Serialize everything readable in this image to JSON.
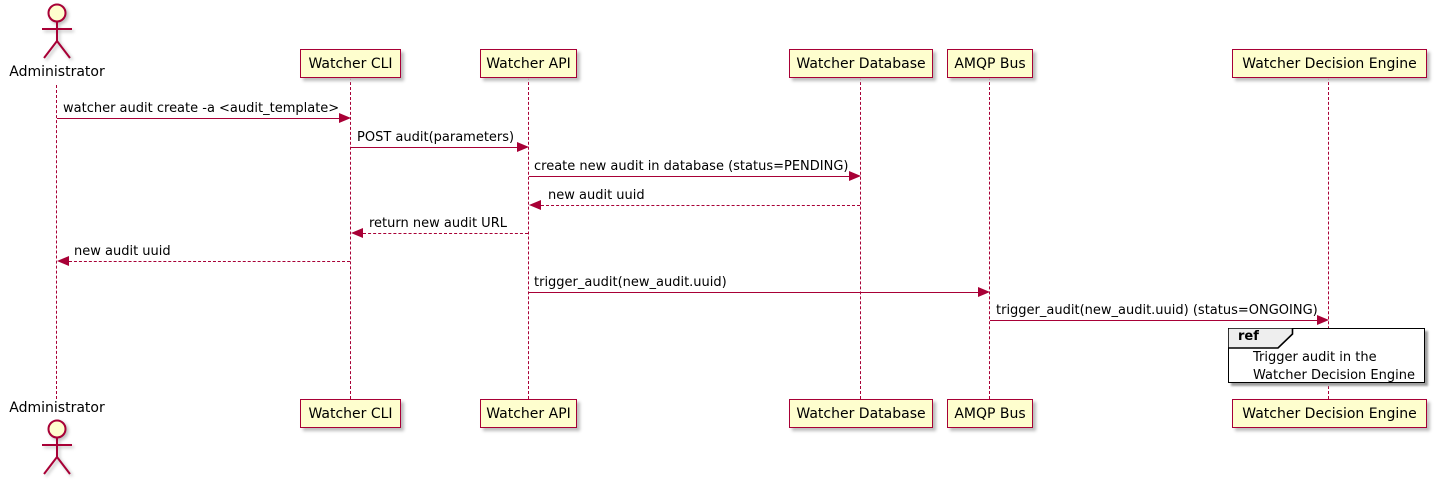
{
  "diagram": {
    "type": "sequence-diagram",
    "colors": {
      "participant_fill": "#FEFECE",
      "accent_border": "#A80036",
      "lifeline": "#A80036",
      "arrow": "#A80036",
      "ref_tab_fill": "#EEEEEE",
      "ref_border": "#000000",
      "text": "#000000",
      "background": "#FFFFFF"
    },
    "participants": [
      {
        "id": "administrator",
        "name": "Administrator",
        "kind": "actor"
      },
      {
        "id": "watcher-cli",
        "name": "Watcher CLI",
        "kind": "participant"
      },
      {
        "id": "watcher-api",
        "name": "Watcher API",
        "kind": "participant"
      },
      {
        "id": "watcher-database",
        "name": "Watcher Database",
        "kind": "participant"
      },
      {
        "id": "amqp-bus",
        "name": "AMQP Bus",
        "kind": "participant"
      },
      {
        "id": "watcher-decision-engine",
        "name": "Watcher Decision Engine",
        "kind": "participant"
      }
    ],
    "messages": [
      {
        "label": "watcher audit create -a <audit_template>",
        "from": "Administrator",
        "to": "Watcher CLI",
        "style": "solid",
        "direction": "right"
      },
      {
        "label": "POST audit(parameters)",
        "from": "Watcher CLI",
        "to": "Watcher API",
        "style": "solid",
        "direction": "right"
      },
      {
        "label": "create new audit in database (status=PENDING)",
        "from": "Watcher API",
        "to": "Watcher Database",
        "style": "solid",
        "direction": "right"
      },
      {
        "label": "new audit uuid",
        "from": "Watcher Database",
        "to": "Watcher API",
        "style": "dashed",
        "direction": "left"
      },
      {
        "label": "return new audit URL",
        "from": "Watcher API",
        "to": "Watcher CLI",
        "style": "dashed",
        "direction": "left"
      },
      {
        "label": "new audit uuid",
        "from": "Watcher CLI",
        "to": "Administrator",
        "style": "dashed",
        "direction": "left"
      },
      {
        "label": "trigger_audit(new_audit.uuid)",
        "from": "Watcher API",
        "to": "AMQP Bus",
        "style": "solid",
        "direction": "right"
      },
      {
        "label": "trigger_audit(new_audit.uuid) (status=ONGOING)",
        "from": "AMQP Bus",
        "to": "Watcher Decision Engine",
        "style": "solid",
        "direction": "right"
      }
    ],
    "ref_fragment": {
      "keyword": "ref",
      "over": "Watcher Decision Engine",
      "lines": [
        "Trigger audit in the",
        "Watcher Decision Engine"
      ]
    }
  }
}
